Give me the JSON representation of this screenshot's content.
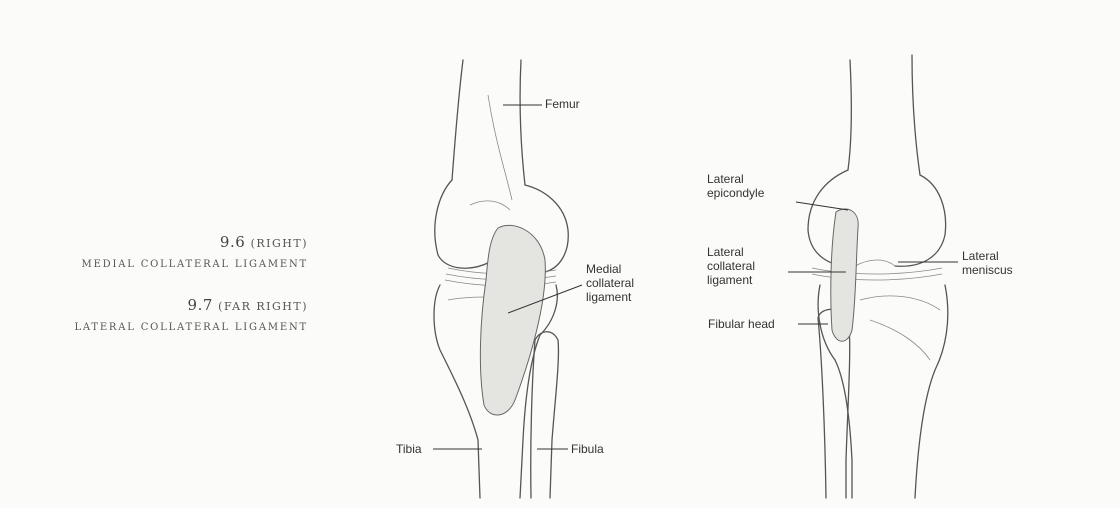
{
  "captions": [
    {
      "number": "9.6",
      "position": "(RIGHT)",
      "title": "MEDIAL COLLATERAL LIGAMENT"
    },
    {
      "number": "9.7",
      "position": "(FAR RIGHT)",
      "title": "LATERAL COLLATERAL LIGAMENT"
    }
  ],
  "figure_medial": {
    "labels": {
      "femur": "Femur",
      "mcl_line1": "Medial",
      "mcl_line2": "collateral",
      "mcl_line3": "ligament",
      "tibia": "Tibia",
      "fibula": "Fibula"
    }
  },
  "figure_lateral": {
    "labels": {
      "epicondyle_line1": "Lateral",
      "epicondyle_line2": "epicondyle",
      "lcl_line1": "Lateral",
      "lcl_line2": "collateral",
      "lcl_line3": "ligament",
      "meniscus_line1": "Lateral",
      "meniscus_line2": "meniscus",
      "fibular_head": "Fibular head"
    }
  }
}
